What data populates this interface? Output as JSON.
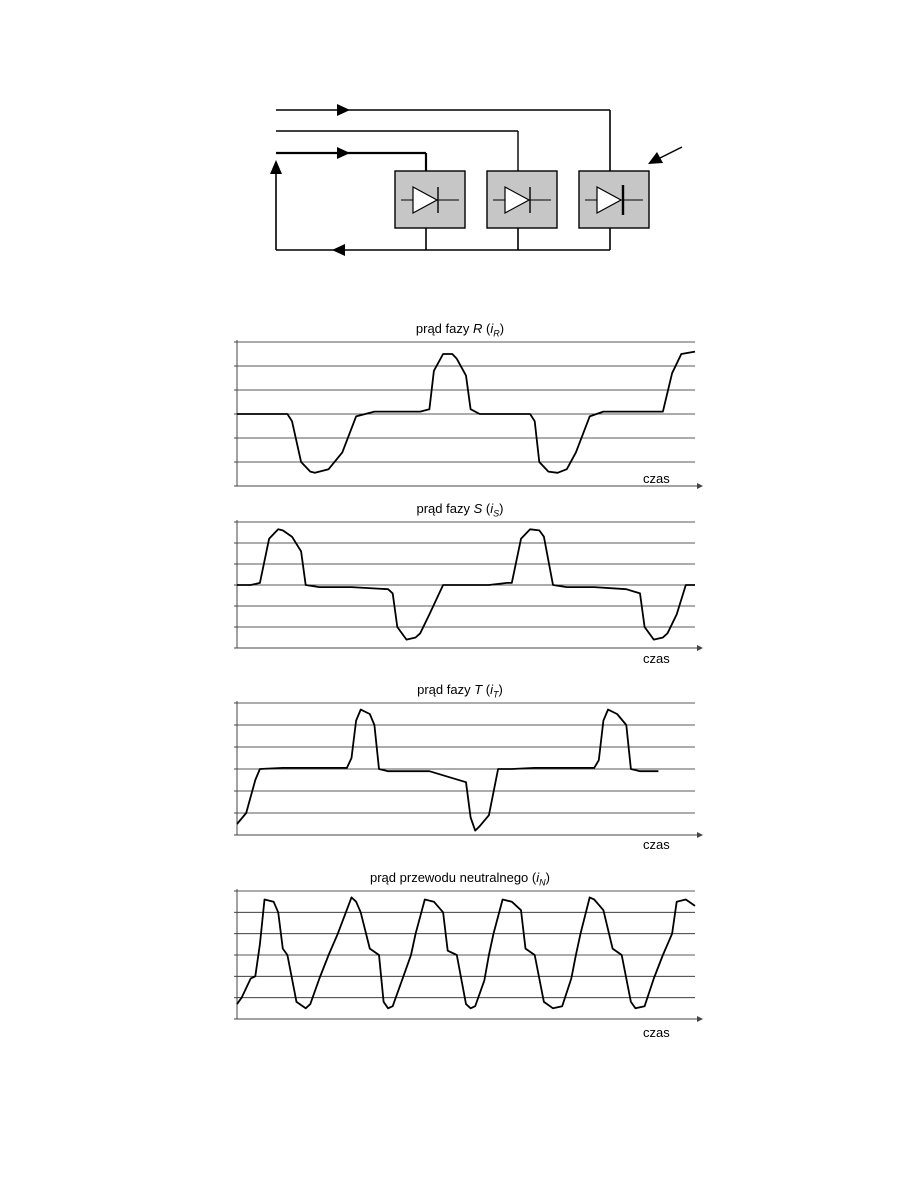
{
  "chart_data": [
    {
      "type": "line",
      "title_prefix": "prąd fazy",
      "title_var": "R",
      "title_open": "(",
      "title_i": "i",
      "title_sub": "R",
      "title_close": ")",
      "xlabel": "czas",
      "ylim": [
        -3,
        3
      ],
      "grid": true,
      "legend": "none",
      "series": [
        {
          "x": [
            0,
            0.08,
            0.11,
            0.12,
            0.14,
            0.16,
            0.17,
            0.2,
            0.23,
            0.26,
            0.3,
            0.4,
            0.42,
            0.43,
            0.45,
            0.47,
            0.48,
            0.5,
            0.51,
            0.53,
            0.55,
            0.6,
            0.64,
            0.65,
            0.66,
            0.68,
            0.7,
            0.72,
            0.74,
            0.77,
            0.8,
            0.88,
            0.93,
            0.95,
            0.97,
            1.0
          ],
          "y": [
            0,
            0,
            0,
            -0.3,
            -2.0,
            -2.4,
            -2.45,
            -2.3,
            -1.6,
            -0.1,
            0.1,
            0.1,
            0.2,
            1.8,
            2.5,
            2.5,
            2.3,
            1.6,
            0.2,
            0,
            0,
            0,
            0,
            -0.3,
            -2.0,
            -2.4,
            -2.45,
            -2.3,
            -1.6,
            -0.1,
            0.1,
            0.1,
            0.1,
            1.7,
            2.5,
            2.6
          ]
        }
      ]
    },
    {
      "type": "line",
      "title_prefix": "prąd fazy",
      "title_var": "S",
      "title_open": "(",
      "title_i": "i",
      "title_sub": "S",
      "title_close": ")",
      "xlabel": "czas",
      "ylim": [
        -3,
        3
      ],
      "grid": true,
      "legend": "none",
      "series": [
        {
          "x": [
            0,
            0.03,
            0.05,
            0.07,
            0.09,
            0.1,
            0.12,
            0.14,
            0.15,
            0.18,
            0.25,
            0.33,
            0.34,
            0.35,
            0.37,
            0.39,
            0.4,
            0.42,
            0.45,
            0.48,
            0.55,
            0.59,
            0.6,
            0.62,
            0.64,
            0.66,
            0.67,
            0.69,
            0.72,
            0.78,
            0.85,
            0.88,
            0.89,
            0.91,
            0.93,
            0.94,
            0.96,
            0.98,
            1.0
          ],
          "y": [
            0,
            0,
            0.1,
            2.2,
            2.65,
            2.6,
            2.3,
            1.6,
            0,
            -0.1,
            -0.1,
            -0.2,
            -0.4,
            -2.0,
            -2.6,
            -2.5,
            -2.3,
            -1.4,
            0,
            0,
            0,
            0.1,
            0.1,
            2.2,
            2.65,
            2.6,
            2.3,
            0,
            -0.1,
            -0.1,
            -0.2,
            -0.4,
            -2.0,
            -2.6,
            -2.5,
            -2.3,
            -1.4,
            0,
            0
          ]
        }
      ]
    },
    {
      "type": "line",
      "title_prefix": "prąd fazy",
      "title_var": "T",
      "title_open": "(",
      "title_i": "i",
      "title_sub": "T",
      "title_close": ")",
      "xlabel": "czas",
      "ylim": [
        -3,
        3
      ],
      "grid": true,
      "legend": "none",
      "series": [
        {
          "x": [
            0,
            0.02,
            0.04,
            0.05,
            0.1,
            0.2,
            0.24,
            0.25,
            0.26,
            0.27,
            0.29,
            0.3,
            0.31,
            0.33,
            0.35,
            0.42,
            0.5,
            0.51,
            0.52,
            0.53,
            0.55,
            0.57,
            0.6,
            0.65,
            0.78,
            0.79,
            0.8,
            0.81,
            0.83,
            0.85,
            0.86,
            0.88,
            0.92
          ],
          "y": [
            -2.5,
            -2.0,
            -0.5,
            0,
            0.05,
            0.05,
            0.05,
            0.5,
            2.2,
            2.7,
            2.5,
            2.0,
            0,
            -0.1,
            -0.1,
            -0.1,
            -0.6,
            -2.2,
            -2.8,
            -2.6,
            -2.1,
            0,
            0,
            0.05,
            0.05,
            0.4,
            2.2,
            2.7,
            2.5,
            2.0,
            0,
            -0.1,
            -0.1
          ]
        }
      ]
    },
    {
      "type": "line",
      "title_prefix": "prąd przewodu neutralnego",
      "title_var": "",
      "title_open": "(",
      "title_i": "i",
      "title_sub": "N",
      "title_close": ")",
      "xlabel": "czas",
      "ylim": [
        -3,
        3
      ],
      "grid": true,
      "legend": "none",
      "series": [
        {
          "x": [
            0,
            0.01,
            0.03,
            0.04,
            0.05,
            0.06,
            0.08,
            0.09,
            0.1,
            0.11,
            0.13,
            0.15,
            0.16,
            0.18,
            0.2,
            0.22,
            0.25,
            0.26,
            0.27,
            0.29,
            0.31,
            0.32,
            0.33,
            0.34,
            0.36,
            0.38,
            0.39,
            0.41,
            0.43,
            0.45,
            0.46,
            0.48,
            0.5,
            0.51,
            0.52,
            0.54,
            0.55,
            0.56,
            0.58,
            0.6,
            0.62,
            0.63,
            0.65,
            0.67,
            0.69,
            0.71,
            0.73,
            0.74,
            0.75,
            0.77,
            0.78,
            0.8,
            0.82,
            0.84,
            0.86,
            0.87,
            0.89,
            0.91,
            0.93,
            0.95,
            0.96,
            0.98,
            1.0
          ],
          "y": [
            -2.3,
            -2.0,
            -1.1,
            -1.0,
            0.5,
            2.6,
            2.5,
            2.0,
            0.3,
            0,
            -2.2,
            -2.5,
            -2.3,
            -1.1,
            0,
            1.0,
            2.7,
            2.5,
            2.0,
            0.3,
            0,
            -2.2,
            -2.5,
            -2.4,
            -1.2,
            0,
            1.0,
            2.6,
            2.5,
            2.0,
            0.2,
            0,
            -2.3,
            -2.5,
            -2.4,
            -1.2,
            0,
            1.0,
            2.6,
            2.5,
            2.1,
            0.3,
            0,
            -2.2,
            -2.5,
            -2.4,
            -1.1,
            0,
            1.0,
            2.7,
            2.6,
            2.1,
            0.3,
            0,
            -2.2,
            -2.5,
            -2.4,
            -1.1,
            0,
            1.0,
            2.5,
            2.6,
            2.3
          ]
        }
      ]
    }
  ]
}
